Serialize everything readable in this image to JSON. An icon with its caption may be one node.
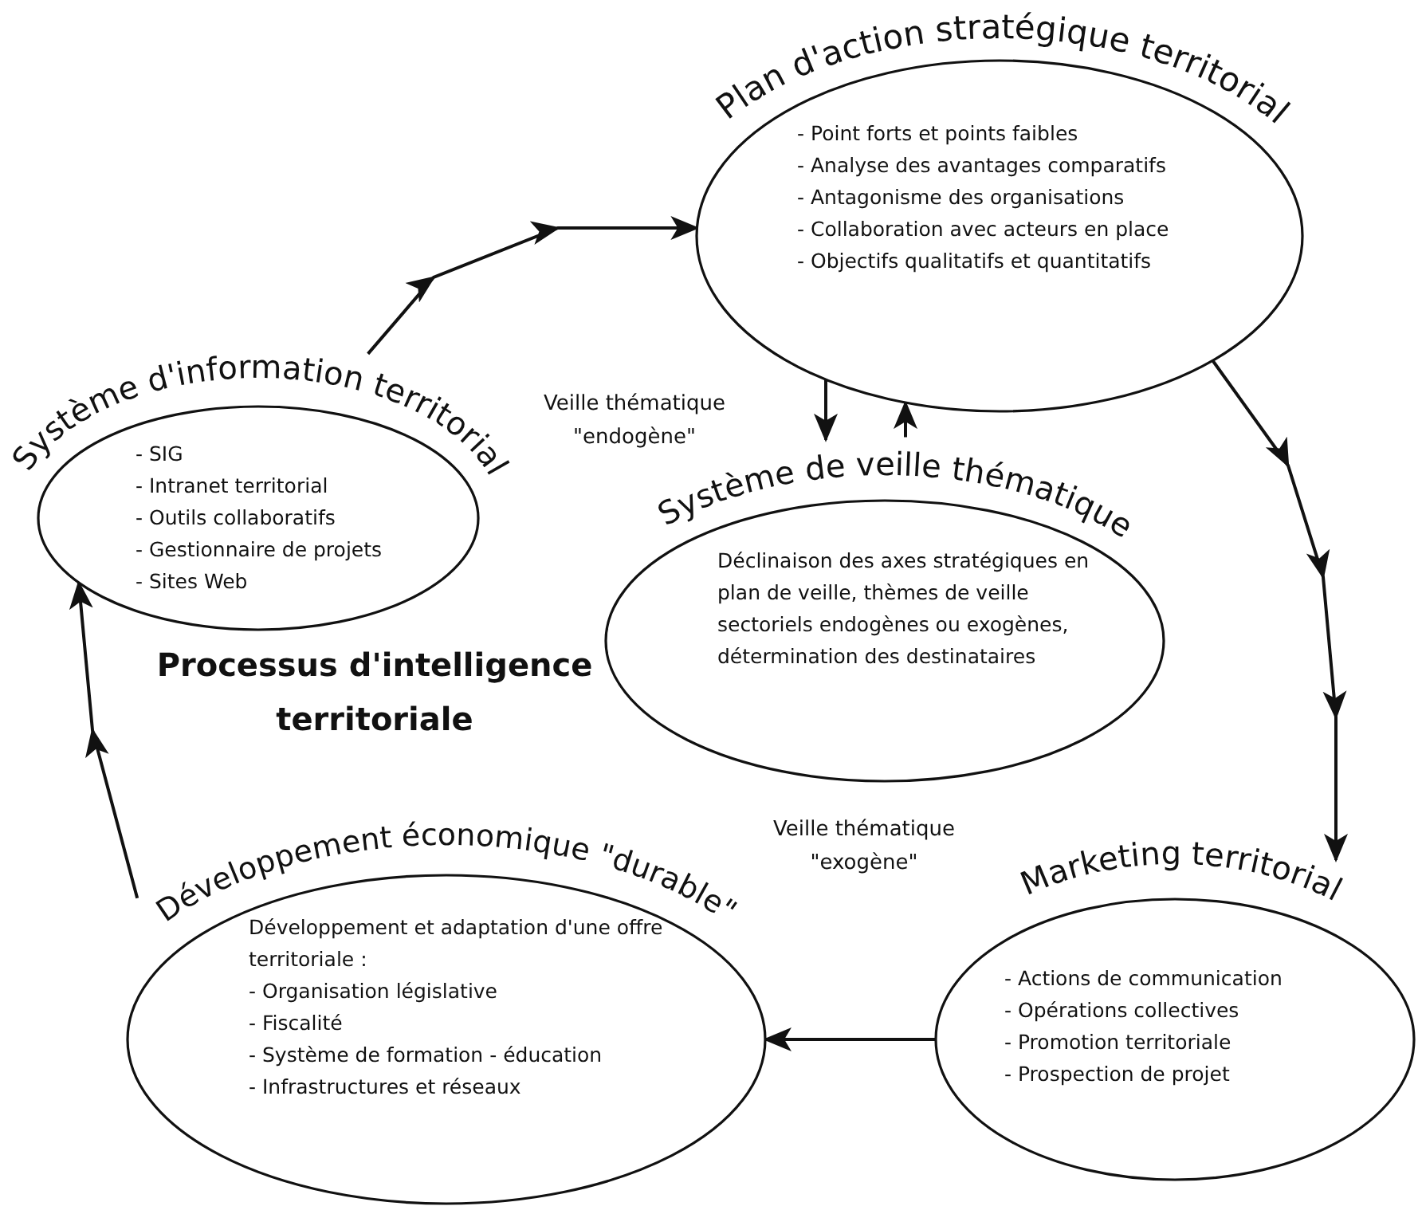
{
  "diagram": {
    "title": "Processus d'intelligence territoriale",
    "nodes": [
      {
        "text": [
          "Plan d'action stratégique territorial",
          "- Point forts et points faibles",
          "- Analyse des avantages comparatifs",
          "- Antagonisme des organisations",
          "- Collaboration avec acteurs en place",
          "- Objectifs qualitatifs et quantitatifs"
        ]
      },
      {
        "text": [
          "Système d'information territorial",
          "- SIG",
          "- Intranet territorial",
          "- Outils collaboratifs",
          "- Gestionnaire de projets",
          "- Sites Web"
        ]
      },
      {
        "text": [
          "Système de veille thématique",
          "Déclinaison des axes stratégiques en plan de veille, thèmes de veille sectoriels endogènes ou exogènes, détermination des destinataires"
        ]
      },
      {
        "text": [
          "Marketing territorial",
          "- Actions de communication",
          "- Opérations collectives",
          "- Promotion territoriale",
          "- Prospection de projet"
        ]
      },
      {
        "text": [
          "Développement économique \"durable\"",
          "Développement et adaptation d'une offre territoriale :",
          "- Organisation législative",
          "- Fiscalité",
          "- Système de formation - éducation",
          "- Infrastructures et réseaux"
        ]
      }
    ],
    "edges": [
      {
        "from": 1,
        "to": 0,
        "arrow": "to"
      },
      {
        "from": 0,
        "to": 3,
        "arrow": "to"
      },
      {
        "from": 3,
        "to": 4,
        "arrow": "to"
      },
      {
        "from": 4,
        "to": 1,
        "arrow": "to"
      },
      {
        "from": 0,
        "to": 2,
        "arrow": "to"
      },
      {
        "from": 2,
        "to": 0,
        "arrow": "to"
      }
    ],
    "labels": [
      "Veille thématique \"endogène\"",
      "Veille thématique \"exogène\""
    ]
  }
}
